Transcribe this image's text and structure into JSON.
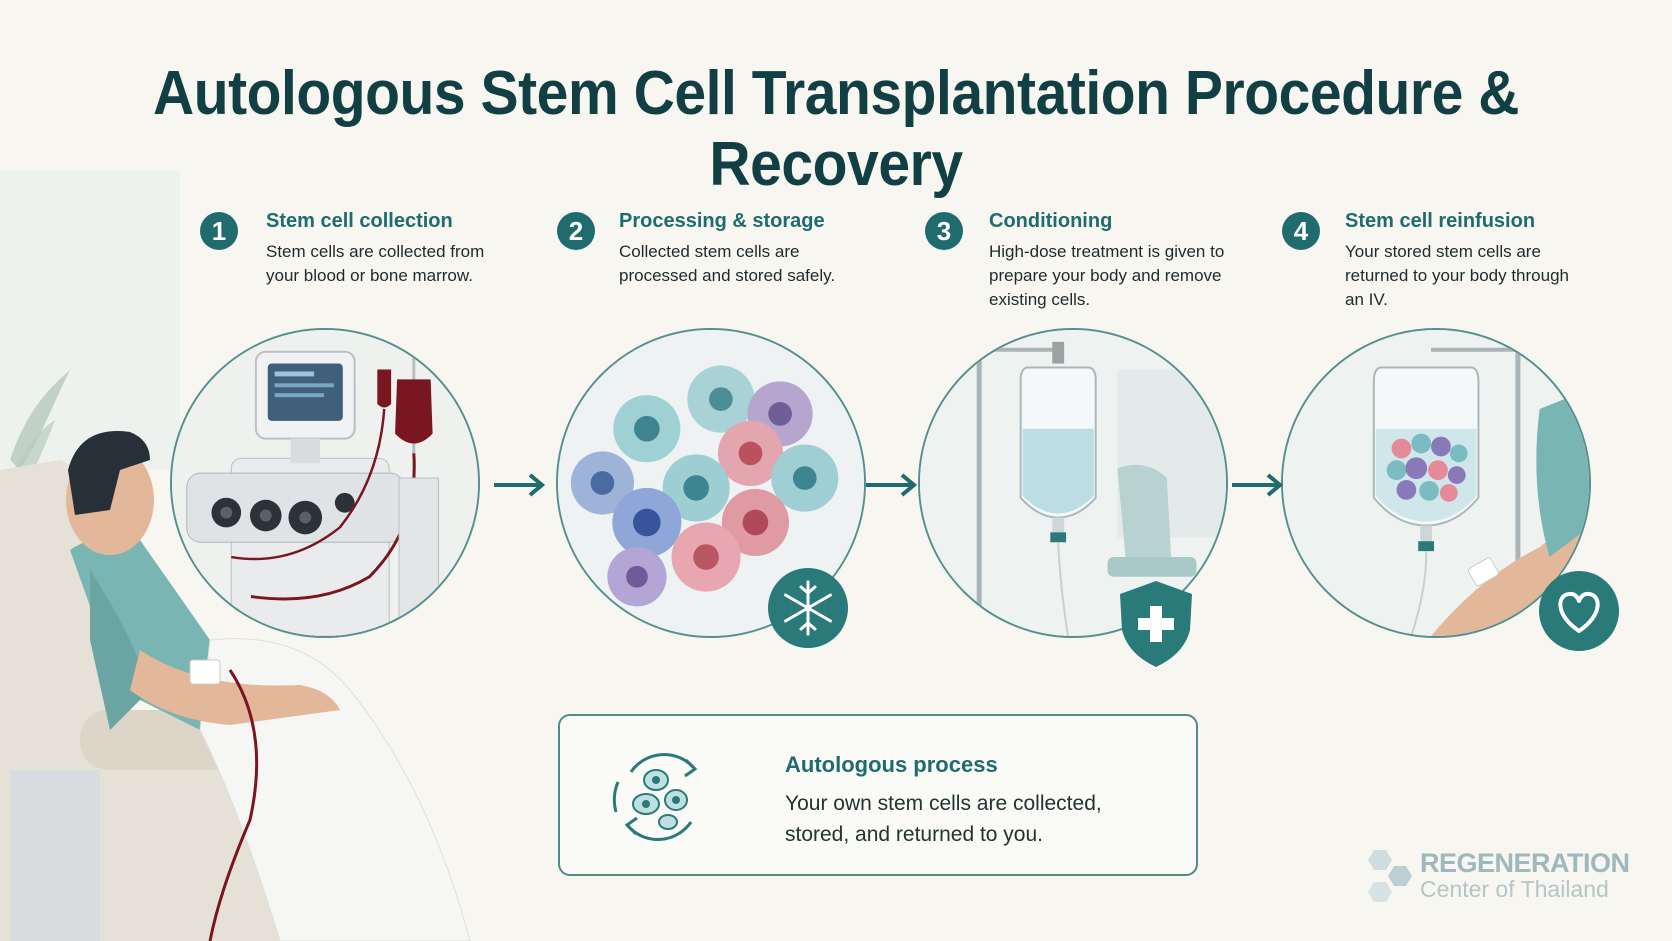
{
  "title": "Autologous Stem Cell Transplantation Procedure & Recovery",
  "steps": [
    {
      "number": "1",
      "heading": "Stem cell collection",
      "description": "Stem cells are collected from your blood or bone marrow.",
      "badge_icon": ""
    },
    {
      "number": "2",
      "heading": "Processing & storage",
      "description": "Collected stem cells are processed and stored safely.",
      "badge_icon": "snowflake-icon"
    },
    {
      "number": "3",
      "heading": "Conditioning",
      "description": "High-dose treatment is given to prepare your body and remove existing cells.",
      "badge_icon": "shield-plus-icon"
    },
    {
      "number": "4",
      "heading": "Stem cell reinfusion",
      "description": "Your stored stem cells are returned to your body through an IV.",
      "badge_icon": "heart-icon"
    }
  ],
  "note": {
    "heading": "Autologous process",
    "body": "Your own stem cells are collected, stored, and returned to you.",
    "icon": "cycle-cells-icon"
  },
  "logo": {
    "line1": "REGENERATION",
    "line2": "Center of Thailand"
  },
  "colors": {
    "primary": "#1f6b6e",
    "title": "#113f43",
    "background": "#f7f6f1",
    "blood": "#7a1620"
  }
}
